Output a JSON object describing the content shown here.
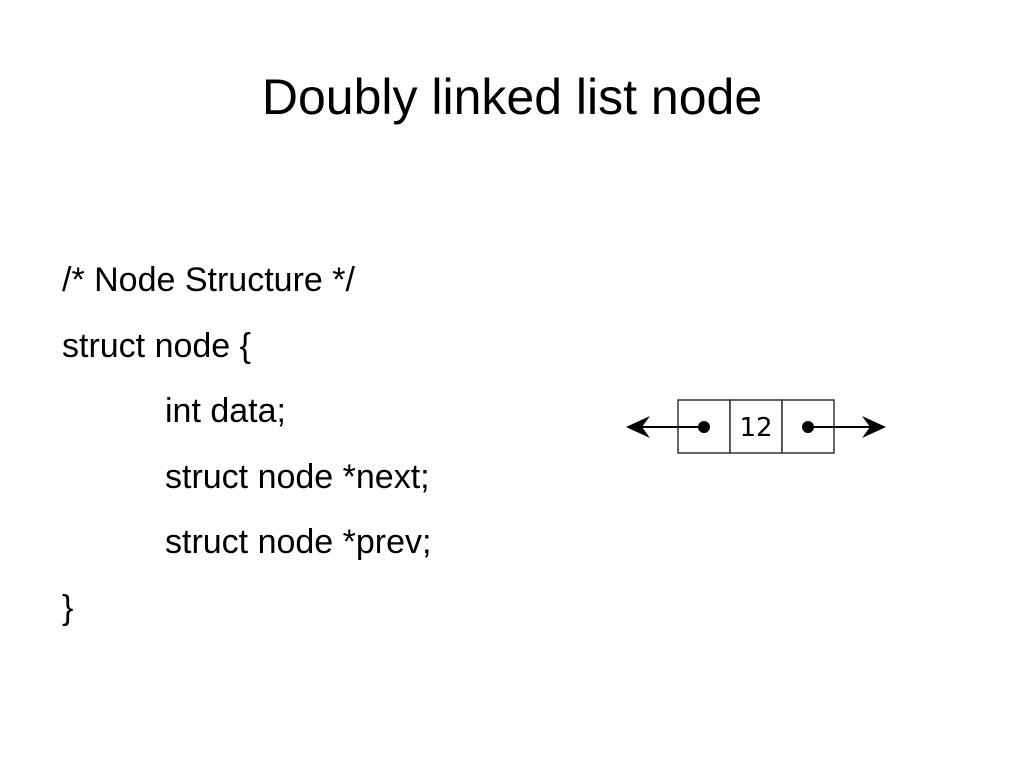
{
  "slide": {
    "title": "Doubly linked list node"
  },
  "code": {
    "lines": [
      {
        "text": "/* Node Structure */",
        "indent": false
      },
      {
        "text": "struct node {",
        "indent": false
      },
      {
        "text": "int data;",
        "indent": true
      },
      {
        "text": "struct node *next;",
        "indent": true
      },
      {
        "text": "struct node *prev;",
        "indent": true
      },
      {
        "text": "}",
        "indent": false
      }
    ]
  },
  "diagram": {
    "node_value": "12",
    "stroke_color": "#000000",
    "cell_border_color": "#333333"
  }
}
